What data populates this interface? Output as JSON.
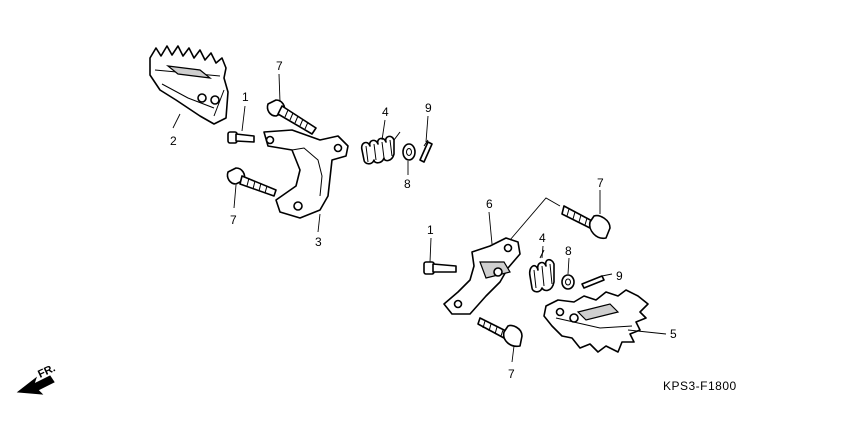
{
  "diagram": {
    "code": "KPS3-F1800",
    "direction_label": "FR.",
    "labels": {
      "a_1": "1",
      "a_2": "2",
      "a_3": "3",
      "a_4": "4",
      "a_7_top": "7",
      "a_7_low": "7",
      "a_8": "8",
      "a_9": "9",
      "b_1": "1",
      "b_4": "4",
      "b_5": "5",
      "b_6": "6",
      "b_7_top": "7",
      "b_7_low": "7",
      "b_8": "8",
      "b_9": "9"
    }
  }
}
